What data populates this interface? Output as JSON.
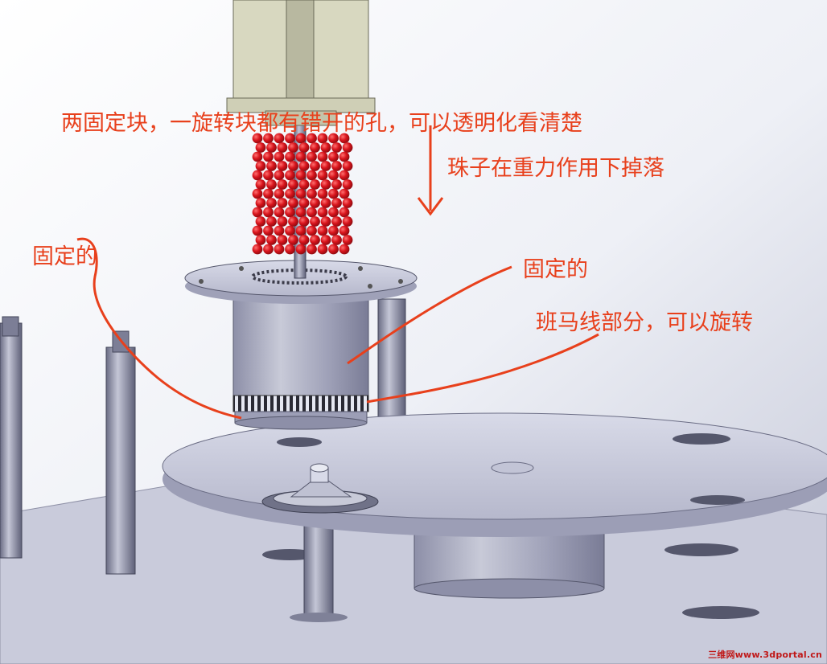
{
  "annotations": {
    "title": "两固定块，一旋转块都有错开的孔，可以透明化看清楚",
    "falling": "珠子在重力作用下掉落",
    "fixed_left": "固定的",
    "fixed_right": "固定的",
    "zebra": "班马线部分，可以旋转"
  },
  "watermark": "三维网www.3dportal.cn",
  "colors": {
    "annotation": "#e8401c",
    "bead": "#d8141c",
    "metal": "#aeb0c8",
    "watermark": "#c01818"
  }
}
